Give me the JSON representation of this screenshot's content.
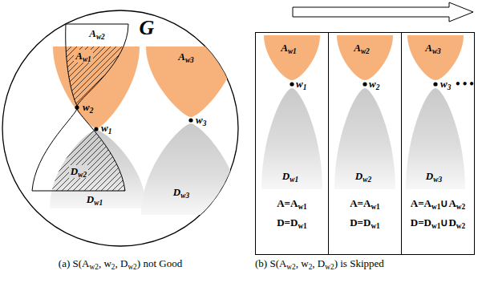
{
  "diagram": {
    "nodes": [
      {
        "text": [
          "G"
        ]
      },
      {
        "text": [
          "Aw2"
        ],
        "in": 0
      },
      {
        "text": [
          "Aw1"
        ],
        "in": 0
      },
      {
        "text": [
          "Dw2"
        ],
        "in": 0
      },
      {
        "text": [
          "Dw1"
        ],
        "in": 0
      },
      {
        "text": [
          "Aw3"
        ],
        "in": 0
      },
      {
        "text": [
          "Dw3"
        ],
        "in": 0
      },
      {
        "text": [
          "A=Aw1",
          "D=Dw1"
        ]
      },
      {
        "text": [
          "Aw1"
        ],
        "in": 7
      },
      {
        "text": [
          "Dw1"
        ],
        "in": 7
      },
      {
        "text": [
          "A=Aw1",
          "D=Dw1"
        ]
      },
      {
        "text": [
          "Aw2"
        ],
        "in": 10
      },
      {
        "text": [
          "Dw2"
        ],
        "in": 10
      },
      {
        "text": [
          "A=Aw1∪Aw2",
          "D=Dw1∪Dw2"
        ]
      },
      {
        "text": [
          "Aw3"
        ],
        "in": 13
      },
      {
        "text": [
          "Dw3"
        ],
        "in": 13
      }
    ],
    "labels": [
      "w2",
      "w1",
      "w3",
      "w1",
      "w2",
      "w3",
      "•••",
      "(a) S(Aw2, w2, Dw2) not Good",
      "(b) S(Aw2, w2, Dw2) is Skipped"
    ]
  }
}
